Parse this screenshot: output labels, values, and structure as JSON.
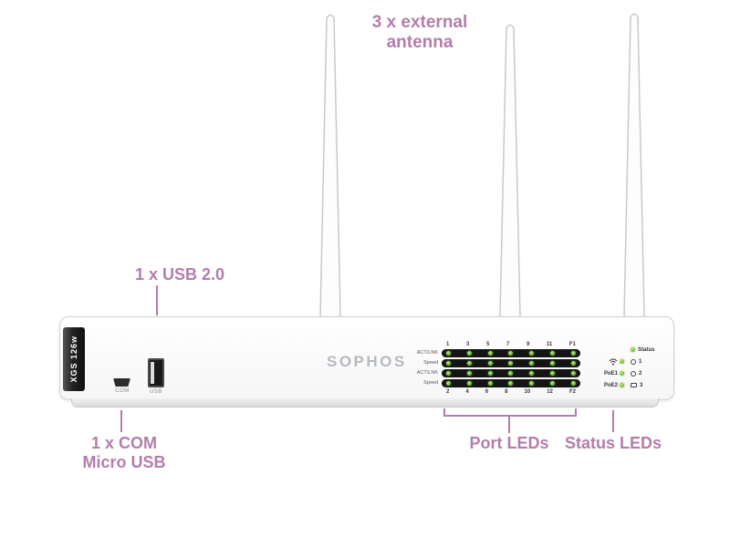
{
  "colors": {
    "annotation": "#b47dab",
    "led_green": "#76c043",
    "logo_gray": "#b5bac0"
  },
  "annotations": {
    "antenna_line1": "3 x external",
    "antenna_line2": "antenna",
    "usb": "1 x USB 2.0",
    "com_line1": "1 x COM",
    "com_line2": "Micro USB",
    "port_leds": "Port LEDs",
    "status_leds": "Status LEDs"
  },
  "device": {
    "brand": "SOPHOS",
    "model": "XGS 126w",
    "com_port_label": "COM",
    "usb_port_label": "USB",
    "port_led_panel": {
      "top_numbers": [
        "1",
        "3",
        "5",
        "7",
        "9",
        "11",
        "F1"
      ],
      "bottom_numbers": [
        "2",
        "4",
        "6",
        "8",
        "10",
        "12",
        "F2"
      ],
      "row_labels": [
        "ACT/LNK",
        "Speed",
        "ACT/LNK",
        "Speed"
      ]
    },
    "status_panel": {
      "left_labels": [
        "",
        "",
        "PoE1",
        "PoE2"
      ],
      "right_labels": [
        "Status",
        "1",
        "2",
        "3"
      ]
    }
  }
}
